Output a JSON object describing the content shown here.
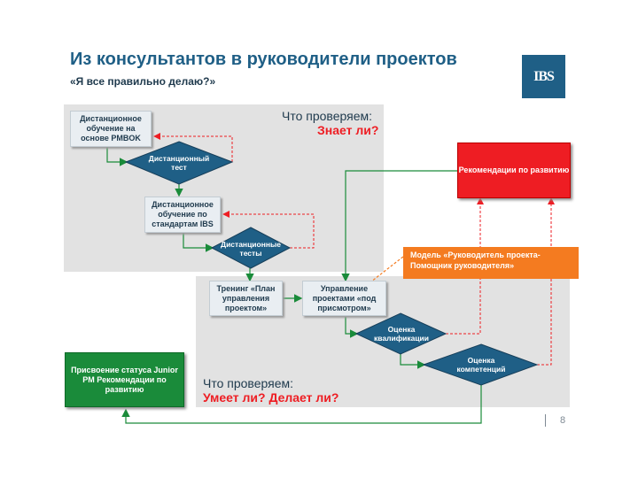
{
  "header": {
    "title": "Из консультантов в руководители проектов",
    "subtitle": "«Я все правильно делаю?»",
    "logo_text": "IBS"
  },
  "top_panel": {
    "question": "Что проверяем:",
    "answer": "Знает ли?"
  },
  "bottom_panel": {
    "question": "Что проверяем:",
    "answer": "Умеет ли? Делает ли?"
  },
  "nodes": {
    "distance_pmbok": "Дистанционное обучение на основе PMBOK",
    "distance_test": "Дистанционный тест",
    "distance_ibs": "Дистанционное обучение по стандартам IBS",
    "distance_tests": "Дистанционные тесты",
    "training": "Тренинг «План управления проектом»",
    "supervised": "Управление проектами «под присмотром»",
    "qualification": "Оценка квалификации",
    "competencies": "Оценка компетенций",
    "recommendations": "Рекомендации по развитию",
    "junior_status": "Присвоение статуса Junior PM Рекомендации по развитию"
  },
  "callout": "Модель «Руководитель проекта-Помощник руководителя»",
  "page_number": "8",
  "colors": {
    "title_blue": "#1f5f86",
    "diamond_blue": "#1f5f86",
    "line_green": "#1a8b3a",
    "red": "#ee1d23",
    "orange": "#f47b20",
    "panel_gray": "#e2e2e2"
  }
}
